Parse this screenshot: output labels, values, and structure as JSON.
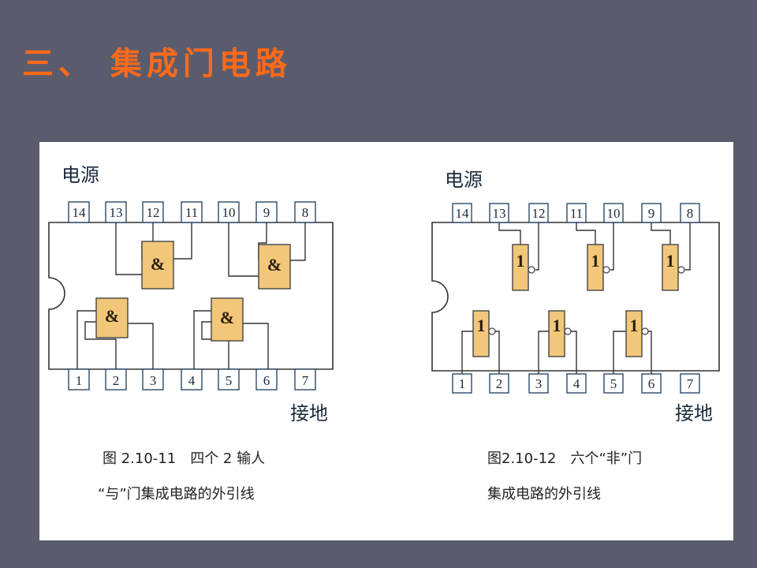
{
  "slide": {
    "title": "三、 集成门电路"
  },
  "figure_left": {
    "power_label": "电源",
    "ground_label": "接地",
    "top_pins": [
      "14",
      "13",
      "12",
      "11",
      "10",
      "9",
      "8"
    ],
    "bottom_pins": [
      "1",
      "2",
      "3",
      "4",
      "5",
      "6",
      "7"
    ],
    "gate_symbol": "&",
    "caption_line1": "图 2.10-11　四个 2 输人",
    "caption_line2": "“与”门集成电路的外引线"
  },
  "figure_right": {
    "power_label": "电源",
    "ground_label": "接地",
    "top_pins": [
      "14",
      "13",
      "12",
      "11",
      "10",
      "9",
      "8"
    ],
    "bottom_pins": [
      "1",
      "2",
      "3",
      "4",
      "5",
      "6",
      "7"
    ],
    "gate_symbol": "1",
    "caption_line1": "图2.10-12　六个“非”门",
    "caption_line2": "集成电路的外引线"
  },
  "colors": {
    "background": "#5a5c6e",
    "title": "#ff6a1a",
    "gate_fill": "#f2c77a",
    "panel": "#ffffff"
  }
}
